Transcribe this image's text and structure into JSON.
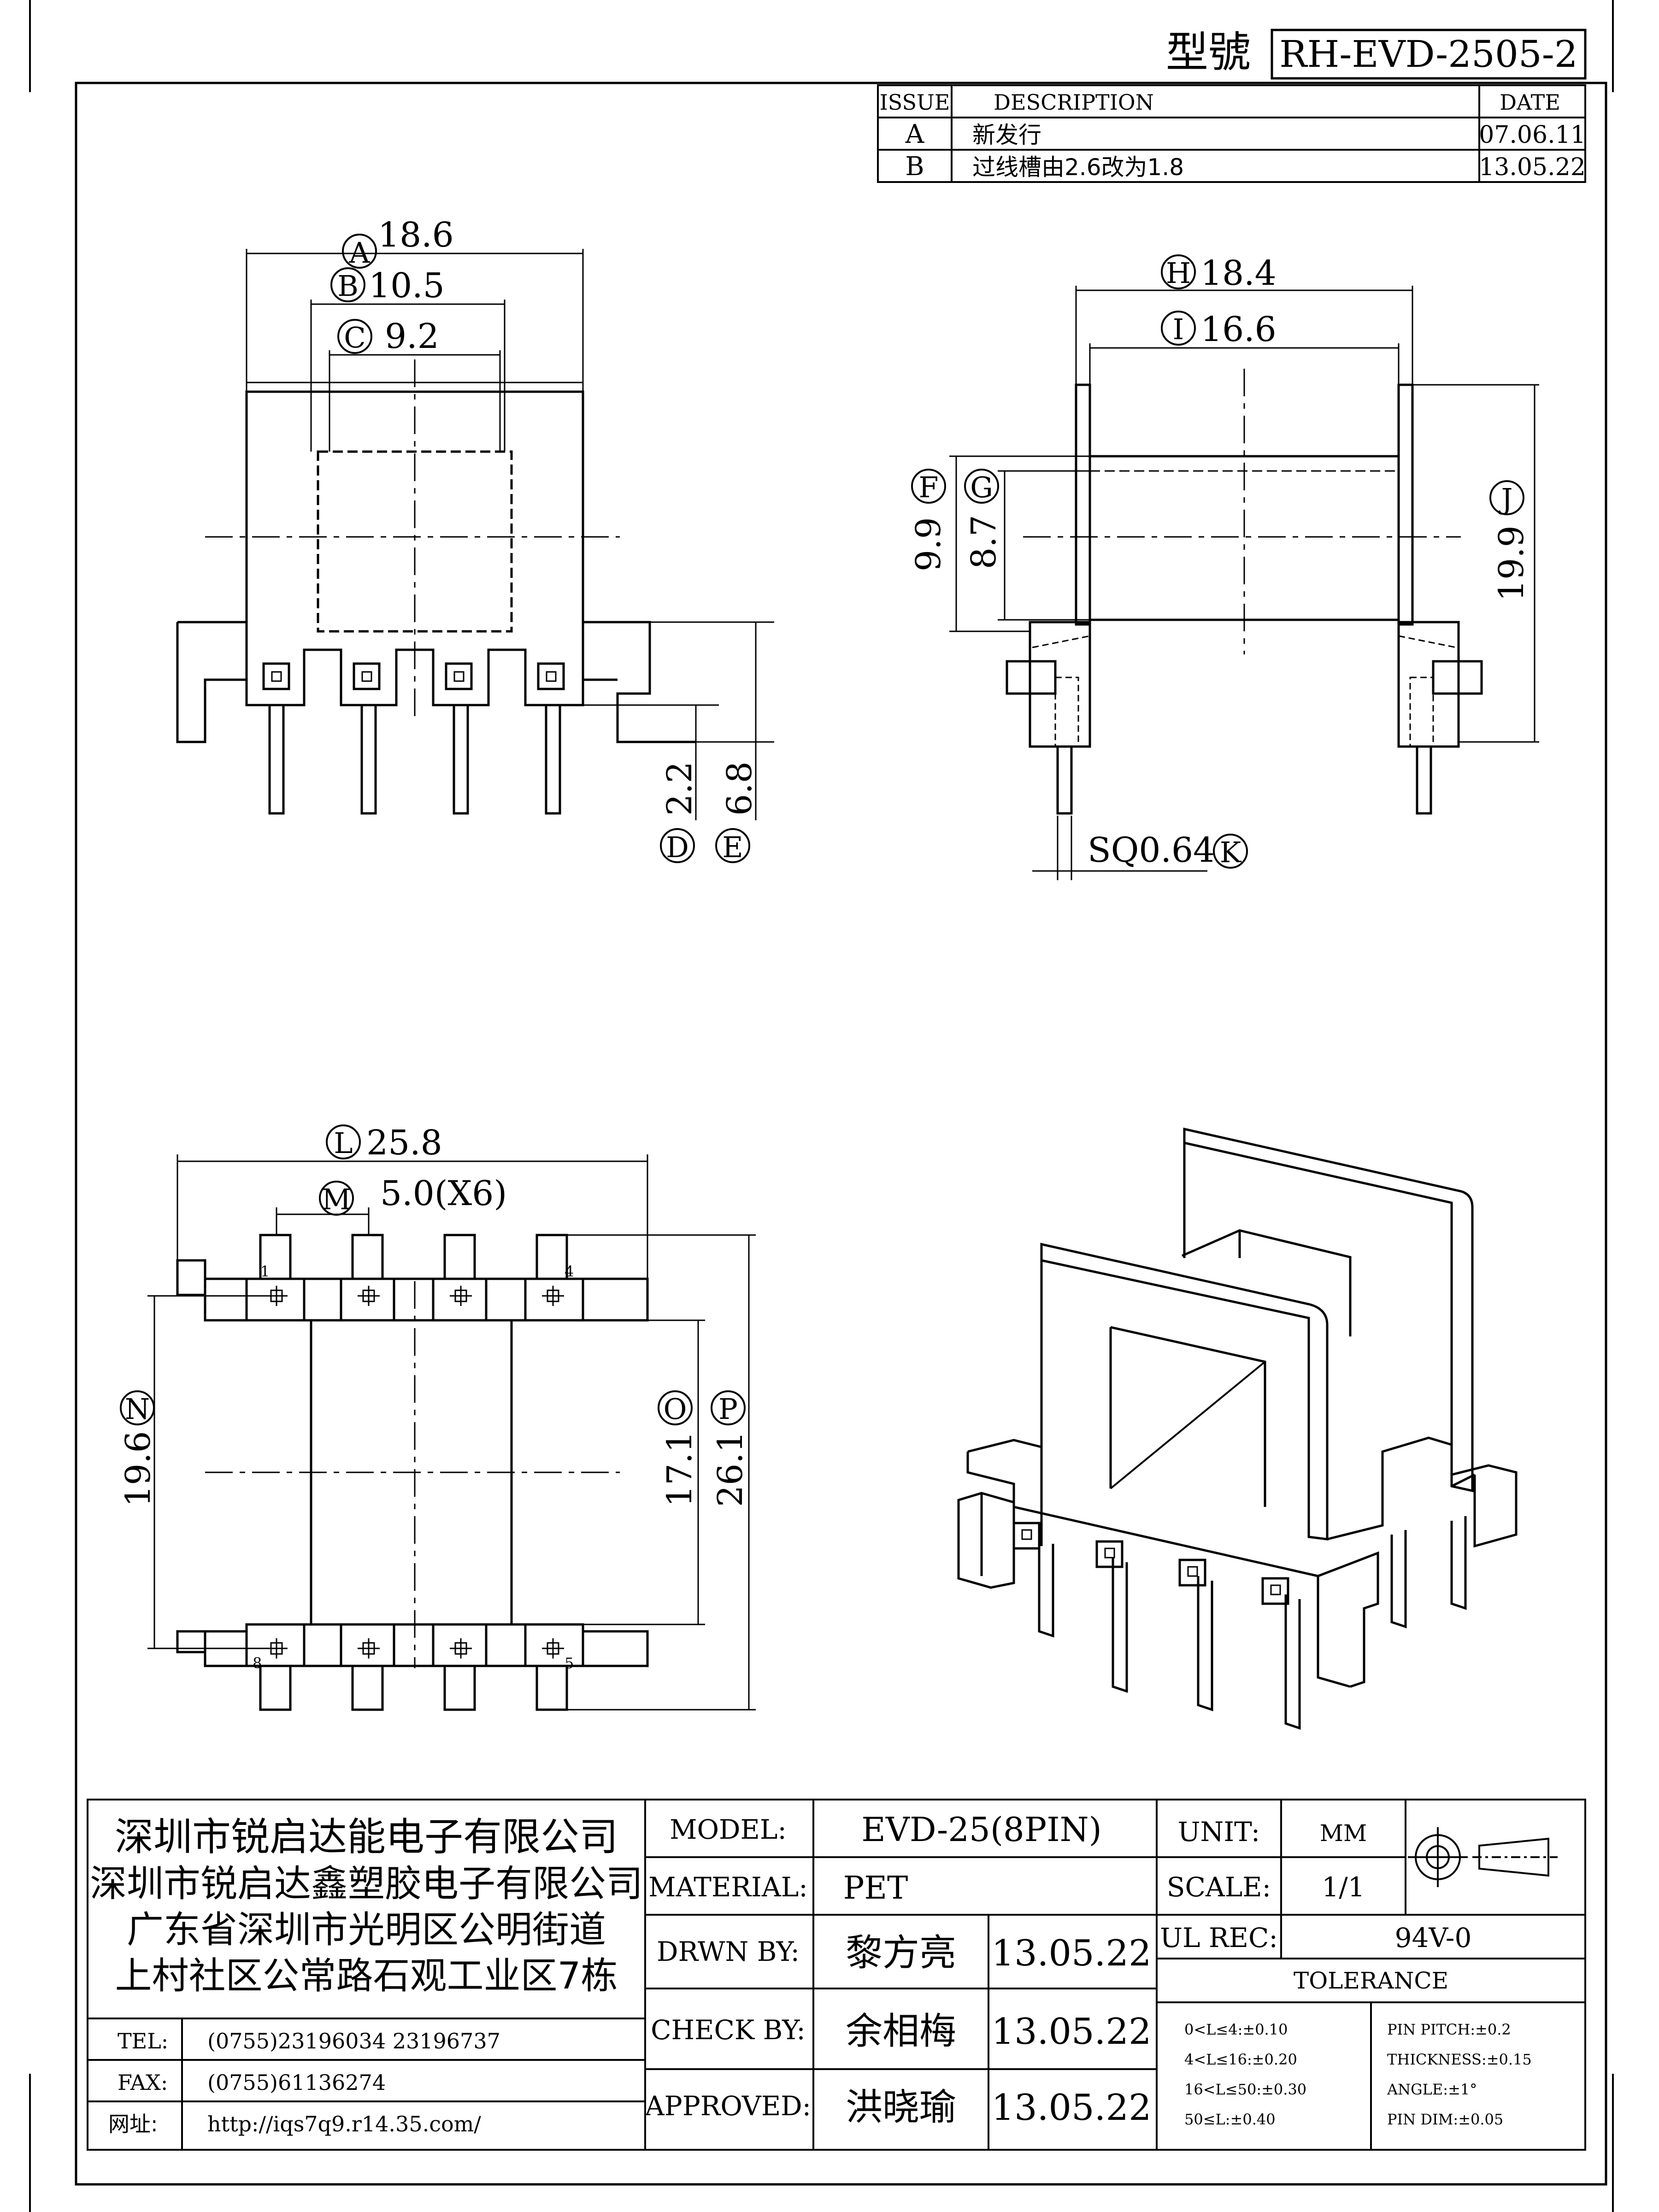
{
  "header": {
    "model_no_label": "型號",
    "model_no": "RH-EVD-2505-2"
  },
  "revision": {
    "columns": [
      "ISSUE",
      "DESCRIPTION",
      "DATE"
    ],
    "rows": [
      {
        "issue": "A",
        "description": "新发行",
        "date": "07.06.11"
      },
      {
        "issue": "B",
        "description": "过线槽由2.6改为1.8",
        "date": "13.05.22"
      }
    ]
  },
  "dimensions": {
    "A": "18.6",
    "B": "10.5",
    "C": "9.2",
    "D": "2.2",
    "E": "6.8",
    "F": "9.9",
    "G": "8.7",
    "H": "18.4",
    "I": "16.6",
    "J": "19.9",
    "K": "SQ0.64",
    "L": "25.8",
    "M": "5.0(X6)",
    "N": "19.6",
    "O": "17.1",
    "P": "26.1"
  },
  "pin_numbers": {
    "p1": "1",
    "p4": "4",
    "p5": "5",
    "p8": "8"
  },
  "company": {
    "line1": "深圳市锐启达能电子有限公司",
    "line2": "深圳市锐启达鑫塑胶电子有限公司",
    "line3": "广东省深圳市光明区公明街道",
    "line4": "上村社区公常路石观工业区7栋"
  },
  "contact": {
    "tel_label": "TEL:",
    "tel": "(0755)23196034  23196737",
    "fax_label": "FAX:",
    "fax": "(0755)61136274",
    "web_label": "网址:",
    "web": "http://iqs7q9.r14.35.com/"
  },
  "titleblock": {
    "model_label": "MODEL:",
    "model": "EVD-25(8PIN)",
    "material_label": "MATERIAL:",
    "material": "PET",
    "unit_label": "UNIT:",
    "unit": "MM",
    "scale_label": "SCALE:",
    "scale": "1/1",
    "ul_label": "UL REC:",
    "ul": "94V-0",
    "drawn_label": "DRWN BY:",
    "drawn_name": "黎方亮",
    "drawn_date": "13.05.22",
    "check_label": "CHECK BY:",
    "check_name": "余相梅",
    "check_date": "13.05.22",
    "approved_label": "APPROVED:",
    "approved_name": "洪晓瑜",
    "approved_date": "13.05.22",
    "tolerance_label": "TOLERANCE",
    "tol": [
      "0<L≤4:±0.10",
      "4<L≤16:±0.20",
      "16<L≤50:±0.30",
      "50≤L:±0.40"
    ],
    "pin_tol": [
      "PIN PITCH:±0.2",
      "THICKNESS:±0.15",
      "ANGLE:±1°",
      "PIN DIM:±0.05"
    ]
  }
}
